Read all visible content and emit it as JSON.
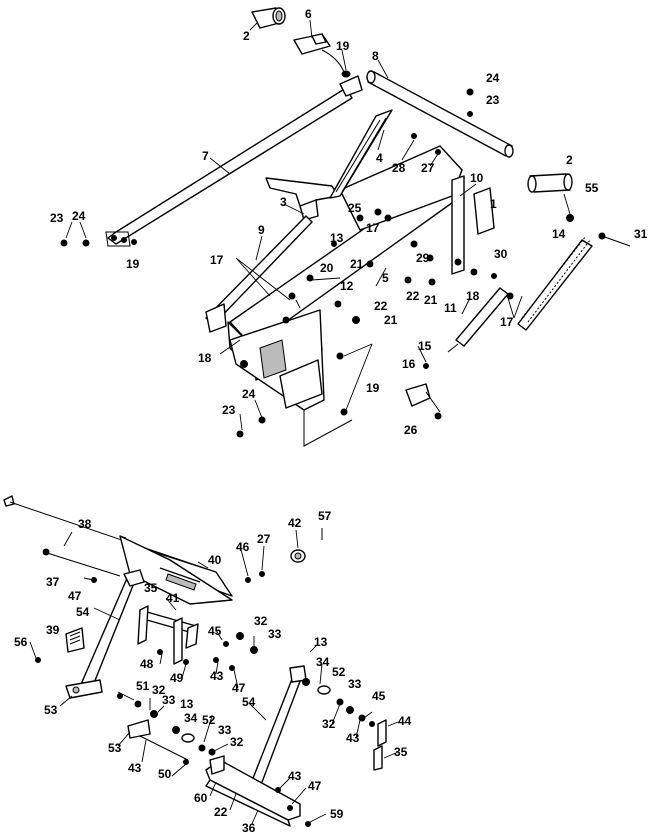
{
  "callouts": [
    {
      "id": "c1",
      "text": "2"
    },
    {
      "id": "c2",
      "text": "6"
    },
    {
      "id": "c3",
      "text": "19"
    },
    {
      "id": "c4",
      "text": "8"
    },
    {
      "id": "c5",
      "text": "24"
    },
    {
      "id": "c6",
      "text": "23"
    },
    {
      "id": "c7",
      "text": "7"
    },
    {
      "id": "c8",
      "text": "4"
    },
    {
      "id": "c9",
      "text": "28"
    },
    {
      "id": "c10",
      "text": "27"
    },
    {
      "id": "c11",
      "text": "2"
    },
    {
      "id": "c12",
      "text": "10"
    },
    {
      "id": "c13",
      "text": "55"
    },
    {
      "id": "c14",
      "text": "1"
    },
    {
      "id": "c15",
      "text": "3"
    },
    {
      "id": "c16",
      "text": "25"
    },
    {
      "id": "c17",
      "text": "17"
    },
    {
      "id": "c18",
      "text": "23"
    },
    {
      "id": "c19",
      "text": "24"
    },
    {
      "id": "c20",
      "text": "9"
    },
    {
      "id": "c21",
      "text": "13"
    },
    {
      "id": "c22",
      "text": "14"
    },
    {
      "id": "c23",
      "text": "31"
    },
    {
      "id": "c24",
      "text": "19"
    },
    {
      "id": "c25",
      "text": "21"
    },
    {
      "id": "c26",
      "text": "29"
    },
    {
      "id": "c27",
      "text": "30"
    },
    {
      "id": "c28",
      "text": "17"
    },
    {
      "id": "c29",
      "text": "20"
    },
    {
      "id": "c30",
      "text": "5"
    },
    {
      "id": "c31",
      "text": "22"
    },
    {
      "id": "c32",
      "text": "21"
    },
    {
      "id": "c33",
      "text": "18"
    },
    {
      "id": "c34",
      "text": "12"
    },
    {
      "id": "c35",
      "text": "22"
    },
    {
      "id": "c36",
      "text": "11"
    },
    {
      "id": "c37",
      "text": "17"
    },
    {
      "id": "c38",
      "text": "21"
    },
    {
      "id": "c39",
      "text": "18"
    },
    {
      "id": "c40",
      "text": "15"
    },
    {
      "id": "c41",
      "text": "16"
    },
    {
      "id": "c42",
      "text": "19"
    },
    {
      "id": "c43",
      "text": "24"
    },
    {
      "id": "c44",
      "text": "23"
    },
    {
      "id": "c45",
      "text": "26"
    },
    {
      "id": "d1",
      "text": "38"
    },
    {
      "id": "d2",
      "text": "42"
    },
    {
      "id": "d3",
      "text": "57"
    },
    {
      "id": "d4",
      "text": "40"
    },
    {
      "id": "d5",
      "text": "46"
    },
    {
      "id": "d6",
      "text": "27"
    },
    {
      "id": "d7",
      "text": "37"
    },
    {
      "id": "d8",
      "text": "47"
    },
    {
      "id": "d9",
      "text": "35"
    },
    {
      "id": "d10",
      "text": "54"
    },
    {
      "id": "d11",
      "text": "41"
    },
    {
      "id": "d12",
      "text": "39"
    },
    {
      "id": "d13",
      "text": "56"
    },
    {
      "id": "d14",
      "text": "32"
    },
    {
      "id": "d15",
      "text": "45"
    },
    {
      "id": "d16",
      "text": "33"
    },
    {
      "id": "d17",
      "text": "13"
    },
    {
      "id": "d18",
      "text": "48"
    },
    {
      "id": "d19",
      "text": "49"
    },
    {
      "id": "d20",
      "text": "43"
    },
    {
      "id": "d21",
      "text": "34"
    },
    {
      "id": "d22",
      "text": "47"
    },
    {
      "id": "d23",
      "text": "52"
    },
    {
      "id": "d24",
      "text": "33"
    },
    {
      "id": "d25",
      "text": "51"
    },
    {
      "id": "d26",
      "text": "32"
    },
    {
      "id": "d27",
      "text": "54"
    },
    {
      "id": "d28",
      "text": "45"
    },
    {
      "id": "d29",
      "text": "53"
    },
    {
      "id": "d30",
      "text": "33"
    },
    {
      "id": "d31",
      "text": "13"
    },
    {
      "id": "d32",
      "text": "44"
    },
    {
      "id": "d33",
      "text": "32"
    },
    {
      "id": "d34",
      "text": "34"
    },
    {
      "id": "d35",
      "text": "52"
    },
    {
      "id": "d36",
      "text": "43"
    },
    {
      "id": "d37",
      "text": "33"
    },
    {
      "id": "d38",
      "text": "53"
    },
    {
      "id": "d39",
      "text": "32"
    },
    {
      "id": "d40",
      "text": "35"
    },
    {
      "id": "d41",
      "text": "43"
    },
    {
      "id": "d42",
      "text": "50"
    },
    {
      "id": "d43",
      "text": "43"
    },
    {
      "id": "d44",
      "text": "47"
    },
    {
      "id": "d45",
      "text": "60"
    },
    {
      "id": "d46",
      "text": "22"
    },
    {
      "id": "d47",
      "text": "59"
    },
    {
      "id": "d48",
      "text": "36"
    }
  ]
}
